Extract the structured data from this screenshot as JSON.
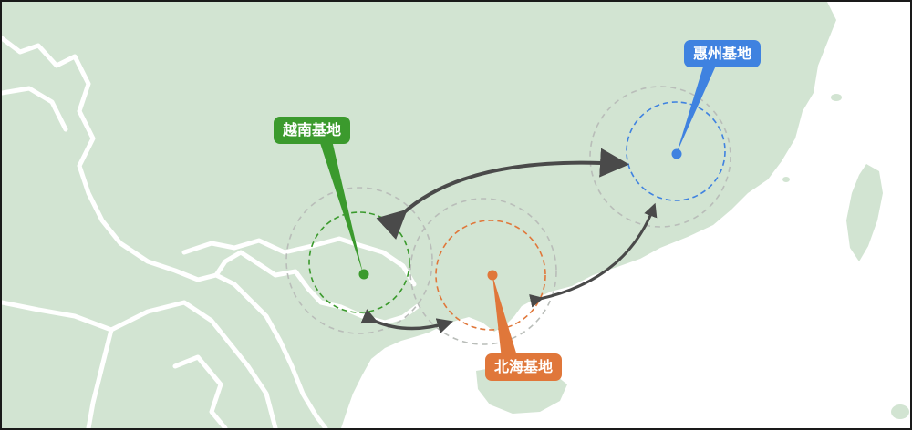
{
  "bases": [
    {
      "id": "vietnam",
      "label": "越南基地",
      "color": "#3b9a2d"
    },
    {
      "id": "huizhou",
      "label": "惠州基地",
      "color": "#3f82e0"
    },
    {
      "id": "beihai",
      "label": "北海基地",
      "color": "#e0773a"
    }
  ],
  "colors": {
    "land": "#d2e4d2",
    "sea": "#ffffff",
    "border": "#ffffff",
    "ring": "#b9bdb9",
    "arrow": "#4a4a4a"
  },
  "connections": [
    {
      "from": "vietnam",
      "to": "huizhou"
    },
    {
      "from": "vietnam",
      "to": "beihai"
    },
    {
      "from": "beihai",
      "to": "huizhou"
    }
  ]
}
